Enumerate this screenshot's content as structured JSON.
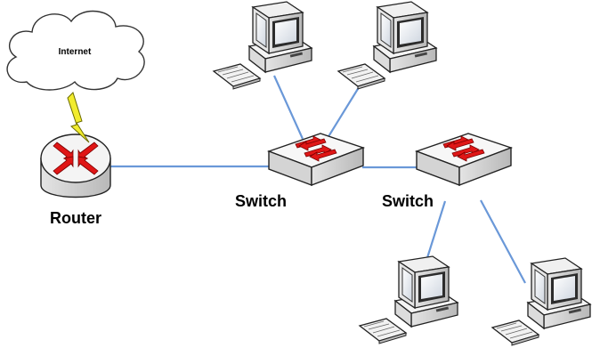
{
  "labels": {
    "cloud": "Internet",
    "router": "Router",
    "switch_left": "Switch",
    "switch_right": "Switch"
  },
  "colors": {
    "link": "#6a98d8",
    "arrow": "#e01616",
    "device_body": "#ececec",
    "lightning": "#f2ec2e"
  }
}
